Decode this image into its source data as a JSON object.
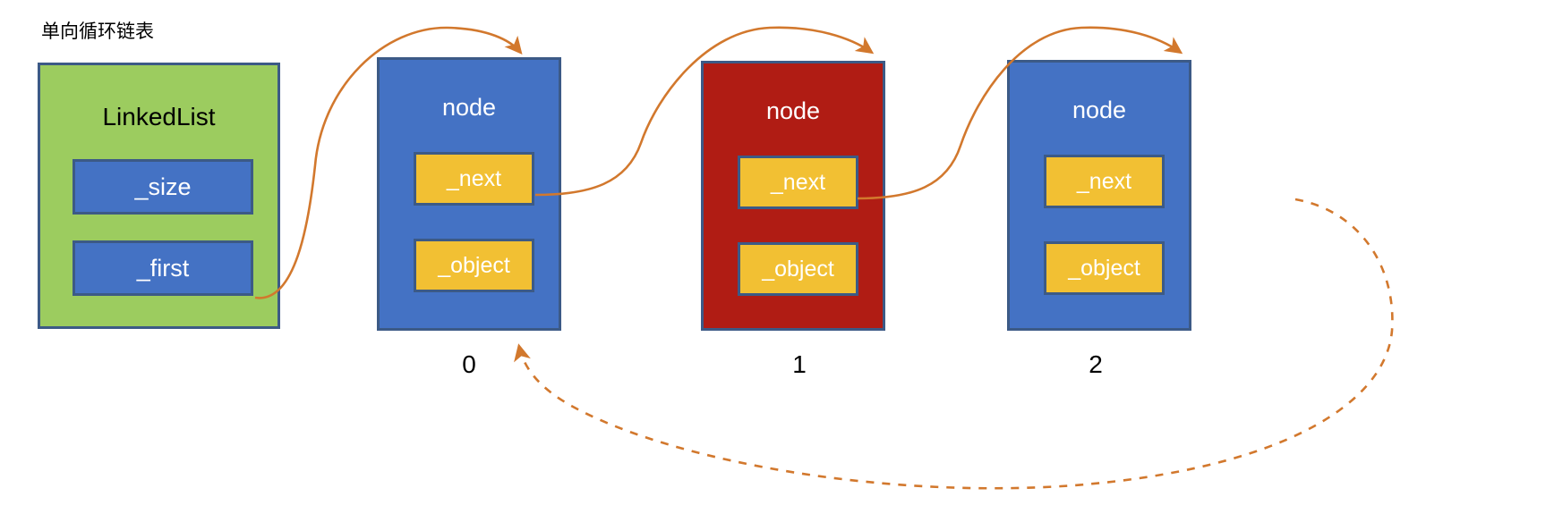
{
  "diagram": {
    "title": "单向循环链表",
    "colors": {
      "green": "#9CCC5F",
      "blue": "#4472C4",
      "red": "#B01C14",
      "yellow": "#F2C033",
      "border": "#3C5A86",
      "arrow": "#D2782D",
      "text_light": "#FFFFFF",
      "text_dark": "#000000",
      "background": "#FFFFFF"
    }
  },
  "linkedlist": {
    "title": "LinkedList",
    "fields": [
      {
        "label": "_size"
      },
      {
        "label": "_first"
      }
    ]
  },
  "nodes": [
    {
      "title": "node",
      "index_label": "0",
      "color": "blue",
      "fields": [
        {
          "label": "_next"
        },
        {
          "label": "_object"
        }
      ]
    },
    {
      "title": "node",
      "index_label": "1",
      "color": "red",
      "fields": [
        {
          "label": "_next"
        },
        {
          "label": "_object"
        }
      ]
    },
    {
      "title": "node",
      "index_label": "2",
      "color": "blue",
      "fields": [
        {
          "label": "_next"
        },
        {
          "label": "_object"
        }
      ]
    }
  ],
  "arrows": [
    {
      "name": "first-to-node0",
      "style": "solid",
      "from": "_first",
      "to": "node 0"
    },
    {
      "name": "node0-next-to-node1",
      "style": "solid",
      "from": "node 0 _next",
      "to": "node 1"
    },
    {
      "name": "node1-next-to-node2",
      "style": "solid",
      "from": "node 1 _next",
      "to": "node 2"
    },
    {
      "name": "node2-next-to-node0",
      "style": "dashed",
      "from": "node 2 _next",
      "to": "node 0"
    }
  ]
}
